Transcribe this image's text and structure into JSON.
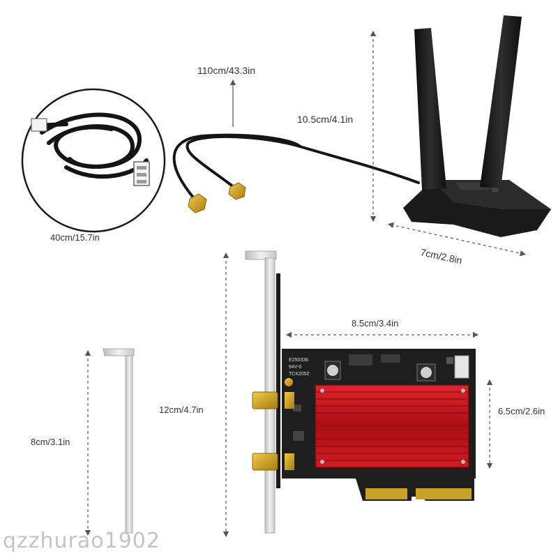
{
  "dimensions": {
    "cable_length": "110cm/43.3in",
    "antenna_height": "10.5cm/4.1in",
    "pigtail_length": "40cm/15.7in",
    "base_width": "7cm/2.8in",
    "card_width": "8.5cm/3.4in",
    "bracket_full_height": "12cm/4.7in",
    "card_height": "6.5cm/2.6in",
    "bracket_low_height": "8cm/3.1in"
  },
  "card_markings": {
    "line1": "E250336",
    "line2": "94V-0",
    "line3": "TCK2052"
  },
  "watermark": "qzzhurao1902",
  "colors": {
    "heatsink": "#c8161d",
    "pcb": "#1e1e1e",
    "antenna": "#1a1a1a",
    "connector_gold": "#d4a21c",
    "bracket": "#d9d9d9"
  }
}
